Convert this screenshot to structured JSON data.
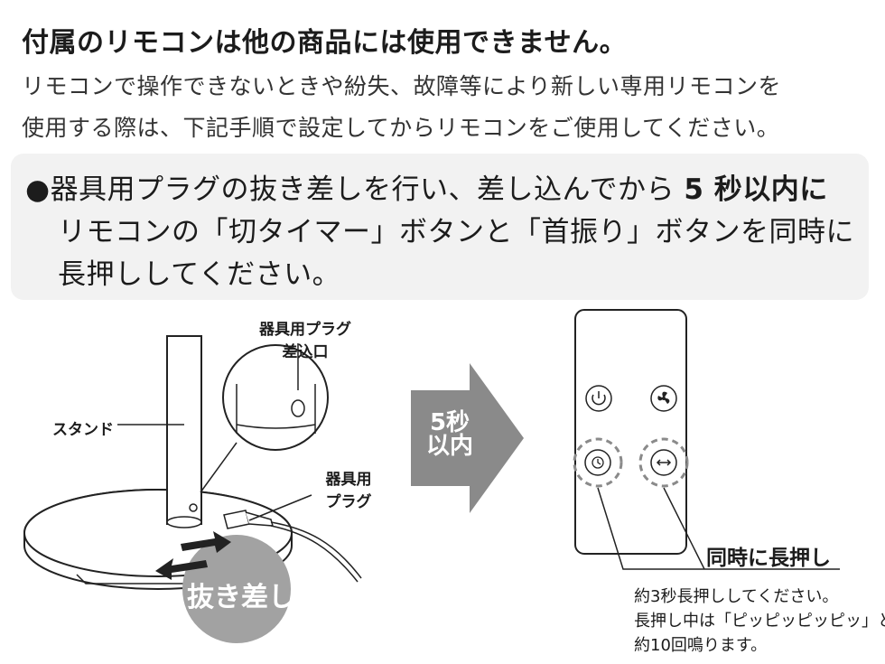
{
  "heading": "付属のリモコンは他の商品には使用できません。",
  "body_lines": [
    "リモコンで操作できないときや紛失、故障等により新しい専用リモコンを",
    "使用する際は、下記手順で設定してからリモコンをご使用してください。"
  ],
  "instruction": {
    "bullet": "●",
    "line1_pre": "器具用プラグの抜き差しを行い、差し込んでから",
    "line1_bold": "5 秒以内に",
    "line2": "リモコンの「切タイマー」ボタンと「首振り」ボタンを同時に",
    "line3": "長押ししてください。"
  },
  "labels": {
    "plug_port_1": "器具用プラグ",
    "plug_port_2": "差込口",
    "stand": "スタンド",
    "plug_1": "器具用",
    "plug_2": "プラグ",
    "insert_remove": "抜き差し"
  },
  "arrow": {
    "line1": "5秒",
    "line2": "以内"
  },
  "remote": {
    "buttons": [
      "power-icon",
      "fan-icon",
      "timer-icon",
      "oscillation-icon"
    ]
  },
  "simultaneous": "同時に長押し",
  "captions": [
    "約3秒長押ししてください。",
    "長押し中は「ピッピッピッピッ」と",
    "約10回鳴ります。"
  ],
  "colors": {
    "gray_arrow": "#8a8a8a",
    "circle_gray": "#a2a2a2",
    "box_bg": "#f2f2f2"
  }
}
